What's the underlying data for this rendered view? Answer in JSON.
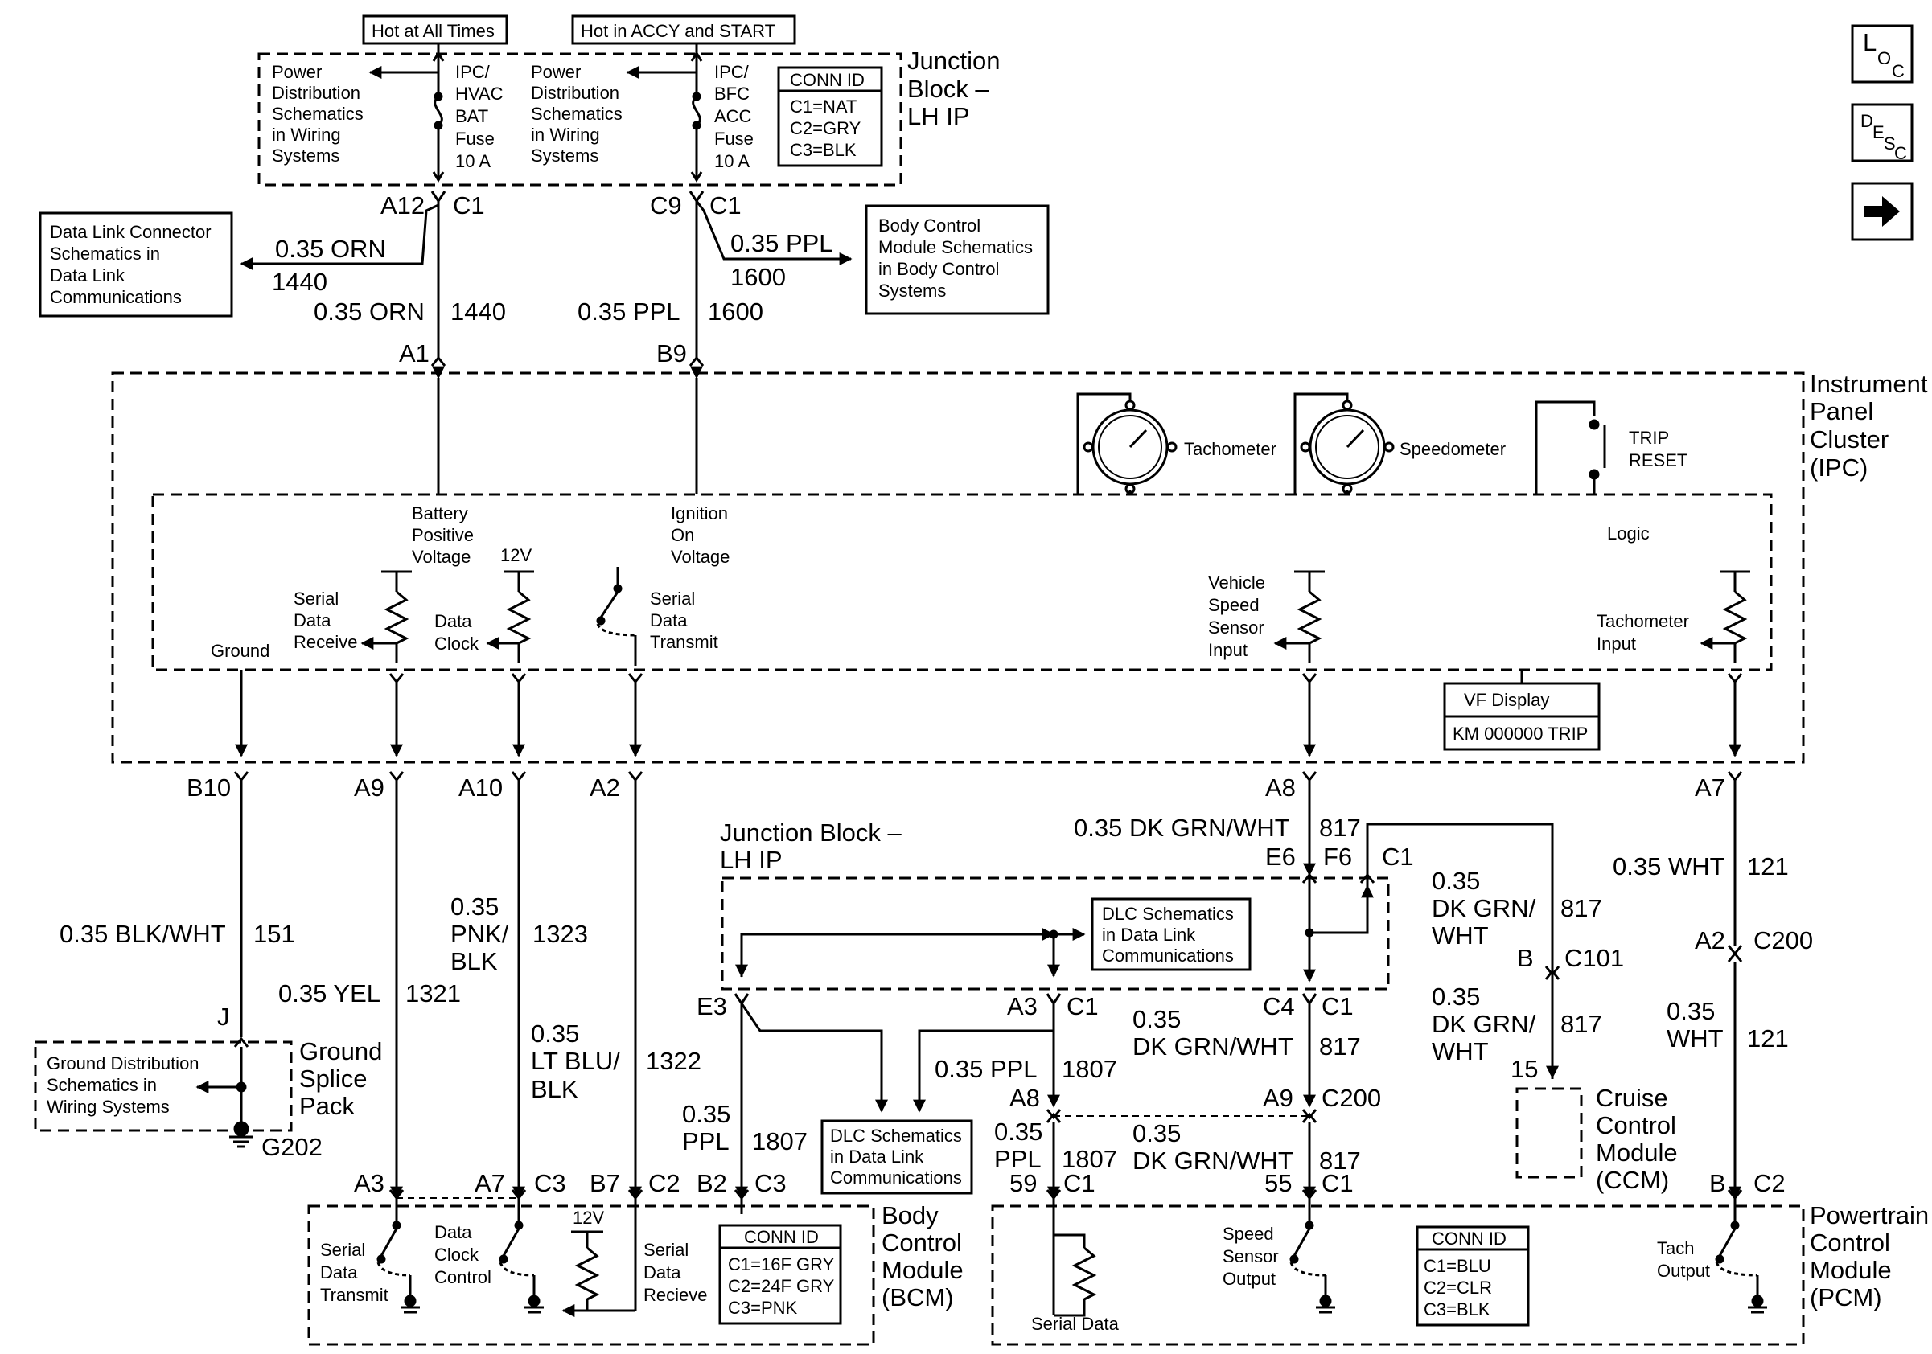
{
  "nav": {
    "loc": {
      "c1": "L",
      "c2": "O",
      "c3": "C"
    },
    "desc": {
      "c1": "D",
      "c2": "E",
      "c3": "S",
      "c4": "C"
    },
    "next_icon": "right-arrow-icon"
  },
  "top": {
    "hot_all": "Hot at All Times",
    "hot_accy": "Hot in ACCY and START",
    "jb_title": [
      "Junction",
      "Block –",
      "LH IP"
    ],
    "pd1": [
      "Power",
      "Distribution",
      "Schematics",
      "in Wiring",
      "Systems"
    ],
    "pd2": [
      "Power",
      "Distribution",
      "Schematics",
      "in Wiring",
      "Systems"
    ],
    "fuse1": [
      "IPC/",
      "HVAC",
      "BAT",
      "Fuse",
      "10 A"
    ],
    "fuse2": [
      "IPC/",
      "BFC",
      "ACC",
      "Fuse",
      "10 A"
    ],
    "conn_id": {
      "title": "CONN ID",
      "l1": "C1=NAT",
      "l2": "C2=GRY",
      "l3": "C3=BLK"
    },
    "a12": "A12",
    "c1a": "C1",
    "c9": "C9",
    "c1b": "C1",
    "dlc_box": [
      "Data Link Connector",
      "Schematics in",
      "Data Link",
      "Communications"
    ],
    "bcm_box": [
      "Body Control",
      "Module Schematics",
      "in Body Control",
      "Systems"
    ],
    "w_orn": "0.35 ORN",
    "c_1440": "1440",
    "w_ppl": "0.35 PPL",
    "c_1600": "1600",
    "w_orn2": "0.35 ORN",
    "c_1440b": "1440",
    "w_ppl2": "0.35 PPL",
    "c_1600b": "1600",
    "a1": "A1",
    "b9": "B9"
  },
  "ipc": {
    "title": [
      "Instrument",
      "Panel",
      "Cluster",
      "(IPC)"
    ],
    "tach": "Tachometer",
    "speedo": "Speedometer",
    "trip": [
      "TRIP",
      "RESET"
    ],
    "logic": "Logic",
    "bpv": [
      "Battery",
      "Positive",
      "Voltage"
    ],
    "ign": [
      "Ignition",
      "On",
      "Voltage"
    ],
    "v12": "12V",
    "serial_rx": [
      "Serial",
      "Data",
      "Receive"
    ],
    "data_clock": [
      "Data",
      "Clock"
    ],
    "serial_tx": [
      "Serial",
      "Data",
      "Transmit"
    ],
    "ground": "Ground",
    "vss": [
      "Vehicle",
      "Speed",
      "Sensor",
      "Input"
    ],
    "tach_in": [
      "Tachometer",
      "Input"
    ],
    "vf_title": "VF Display",
    "vf_value": "KM 000000 TRIP",
    "pins": {
      "b10": "B10",
      "a9": "A9",
      "a10": "A10",
      "a2": "A2",
      "a8": "A8",
      "a7": "A7"
    }
  },
  "wires": {
    "blk_wht": "0.35 BLK/WHT",
    "c151": "151",
    "yel": "0.35 YEL",
    "c1321": "1321",
    "pnk": [
      "0.35",
      "PNK/",
      "BLK"
    ],
    "c1323": "1323",
    "ltblu": [
      "0.35",
      "LT BLU/",
      "BLK"
    ],
    "c1322": "1322",
    "dkgrn_top": "0.35 DK GRN/WHT",
    "c817_top": "817",
    "wht_top": "0.35 WHT",
    "c121_top": "121",
    "dkgrn_r1": [
      "0.35",
      "DK GRN/",
      "WHT"
    ],
    "c817_r1": "817",
    "dkgrn_r2": [
      "0.35",
      "DK GRN/",
      "WHT"
    ],
    "c817_r2": "817",
    "wht_r2": [
      "0.35",
      "WHT"
    ],
    "c121_r2": "121",
    "dkgrn_mid": [
      "0.35",
      "DK GRN/WHT"
    ],
    "c817_mid": "817",
    "dkgrn_low": [
      "0.35",
      "DK GRN/WHT"
    ],
    "c817_low": "817",
    "ppl_mid": "0.35 PPL",
    "c1807_mid": "1807",
    "ppl_low": [
      "0.35",
      "PPL"
    ],
    "c1807_low": "1807",
    "ppl_left": [
      "0.35",
      "PPL"
    ],
    "c1807_left": "1807"
  },
  "jb2": {
    "title": [
      "Junction Block –",
      "LH IP"
    ],
    "e6": "E6",
    "f6": "F6",
    "c1": "C1",
    "dlc1": [
      "DLC Schematics",
      "in Data Link",
      "Communications"
    ],
    "dlc2": [
      "DLC Schematics",
      "in Data Link",
      "Communications"
    ],
    "e3": "E3",
    "a3": "A3",
    "c1b": "C1",
    "c4": "C4",
    "c1c": "C1"
  },
  "conn": {
    "b": "B",
    "c101": "C101",
    "a2": "A2",
    "c200": "C200",
    "a8": "A8",
    "a9": "A9",
    "c200b": "C200",
    "p15": "15",
    "j": "J",
    "g202": "G202"
  },
  "gsp": {
    "box": [
      "Ground Distribution",
      "Schematics in",
      "Wiring Systems"
    ],
    "title": [
      "Ground",
      "Splice",
      "Pack"
    ]
  },
  "ccm": {
    "title": [
      "Cruise",
      "Control",
      "Module",
      "(CCM)"
    ]
  },
  "bcm": {
    "title": [
      "Body",
      "Control",
      "Module",
      "(BCM)"
    ],
    "pins": {
      "a3": "A3",
      "a7": "A7",
      "c3": "C3",
      "b7": "B7",
      "c2": "C2",
      "b2": "B2",
      "c3b": "C3"
    },
    "serial_tx": [
      "Serial",
      "Data",
      "Transmit"
    ],
    "data_clock": [
      "Data",
      "Clock",
      "Control"
    ],
    "v12": "12V",
    "serial_rx": [
      "Serial",
      "Data",
      "Recieve"
    ],
    "conn_id": {
      "title": "CONN ID",
      "l1": "C1=16F GRY",
      "l2": "C2=24F GRY",
      "l3": "C3=PNK"
    }
  },
  "pcm": {
    "title": [
      "Powertrain",
      "Control",
      "Module",
      "(PCM)"
    ],
    "pins": {
      "p59": "59",
      "c1a": "C1",
      "p55": "55",
      "c1b": "C1",
      "b": "B",
      "c2": "C2"
    },
    "serial": "Serial Data",
    "speed": [
      "Speed",
      "Sensor",
      "Output"
    ],
    "tach": [
      "Tach",
      "Output"
    ],
    "conn_id": {
      "title": "CONN ID",
      "l1": "C1=BLU",
      "l2": "C2=CLR",
      "l3": "C3=BLK"
    }
  }
}
